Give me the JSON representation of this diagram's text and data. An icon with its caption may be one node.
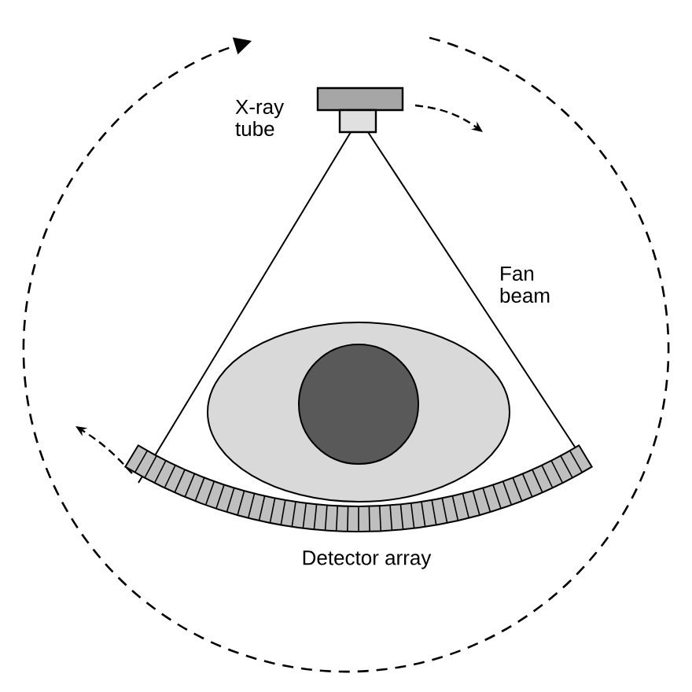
{
  "diagram": {
    "labels": [
      "X-ray tube",
      "Fan beam",
      "Detector array"
    ]
  }
}
